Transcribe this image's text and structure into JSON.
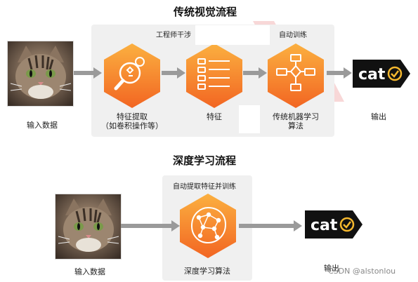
{
  "traditional": {
    "title": "传统视觉流程",
    "intervention_label": "工程师干涉",
    "auto_train_label": "自动训练",
    "input_label": "输入数据",
    "feature_extract_label_1": "特征提取",
    "feature_extract_label_2": "（如卷积操作等）",
    "feature_label": "特征",
    "ml_label_1": "传统机器学习",
    "ml_label_2": "算法",
    "output_label": "输出",
    "output_tag": "cat"
  },
  "deep": {
    "title": "深度学习流程",
    "auto_label": "自动提取特征并训练",
    "input_label": "输入数据",
    "algo_label": "深度学习算法",
    "output_label": "输出",
    "output_tag": "cat"
  },
  "watermark": "CSDN @alstonlou",
  "colors": {
    "orange_light": "#fbb040",
    "orange_dark": "#f26522",
    "arrow": "#9a9a9a",
    "tag_bg": "#111111",
    "check": "#f5b82e"
  }
}
